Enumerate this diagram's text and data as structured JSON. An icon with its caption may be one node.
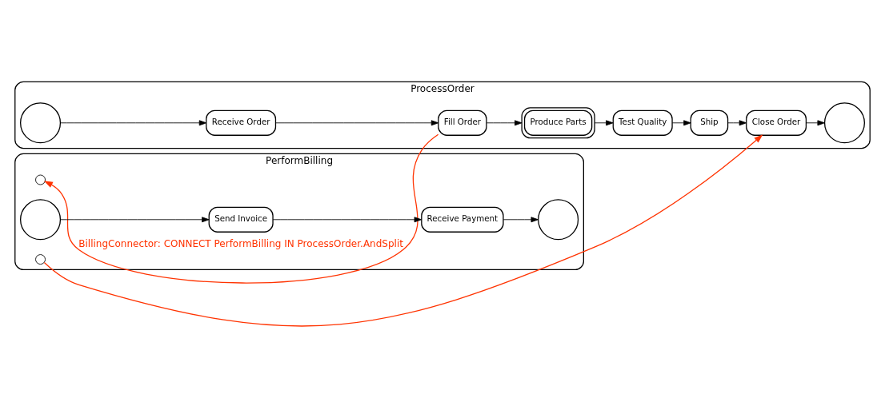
{
  "diagram": {
    "nodes": [
      {
        "text": [
          "ProcessOrder"
        ]
      },
      {
        "text": [],
        "shape": "circle",
        "in": 0
      },
      {
        "text": [
          "Receive Order"
        ],
        "in": 0
      },
      {
        "text": [
          "Fill Order"
        ],
        "in": 0
      },
      {
        "text": [
          "Produce Parts"
        ],
        "in": 0
      },
      {
        "text": [
          "Test Quality"
        ],
        "in": 0
      },
      {
        "text": [
          "Ship"
        ],
        "in": 0
      },
      {
        "text": [
          "Close Order"
        ],
        "in": 0
      },
      {
        "text": [],
        "shape": "circle",
        "in": 0
      },
      {
        "text": [
          "PerformBilling"
        ]
      },
      {
        "text": [],
        "shape": "circle",
        "in": 9
      },
      {
        "text": [],
        "shape": "circle",
        "in": 9
      },
      {
        "text": [
          "Send Invoice"
        ],
        "in": 9
      },
      {
        "text": [
          "Receive Payment"
        ],
        "in": 9
      },
      {
        "text": [],
        "shape": "circle",
        "in": 9
      },
      {
        "text": [],
        "shape": "circle",
        "in": 9
      }
    ],
    "edges": [
      {
        "from": 1,
        "to": 2,
        "arrow": "to"
      },
      {
        "from": 2,
        "to": 3,
        "arrow": "to"
      },
      {
        "from": 3,
        "to": 4,
        "arrow": "to"
      },
      {
        "from": 4,
        "to": 5,
        "arrow": "to"
      },
      {
        "from": 5,
        "to": 6,
        "arrow": "to"
      },
      {
        "from": 6,
        "to": 7,
        "arrow": "to"
      },
      {
        "from": 7,
        "to": 8,
        "arrow": "to"
      },
      {
        "from": 11,
        "to": 12,
        "arrow": "to"
      },
      {
        "from": 12,
        "to": 13,
        "arrow": "to"
      },
      {
        "from": 13,
        "to": 14,
        "arrow": "to"
      },
      {
        "from": 3,
        "to": 10,
        "arrow": "to",
        "color": "#ff3300",
        "label": "BillingConnector: CONNECT PerformBilling IN ProcessOrder.AndSplit"
      },
      {
        "from": 15,
        "to": 7,
        "arrow": "to",
        "color": "#ff3300"
      }
    ]
  }
}
